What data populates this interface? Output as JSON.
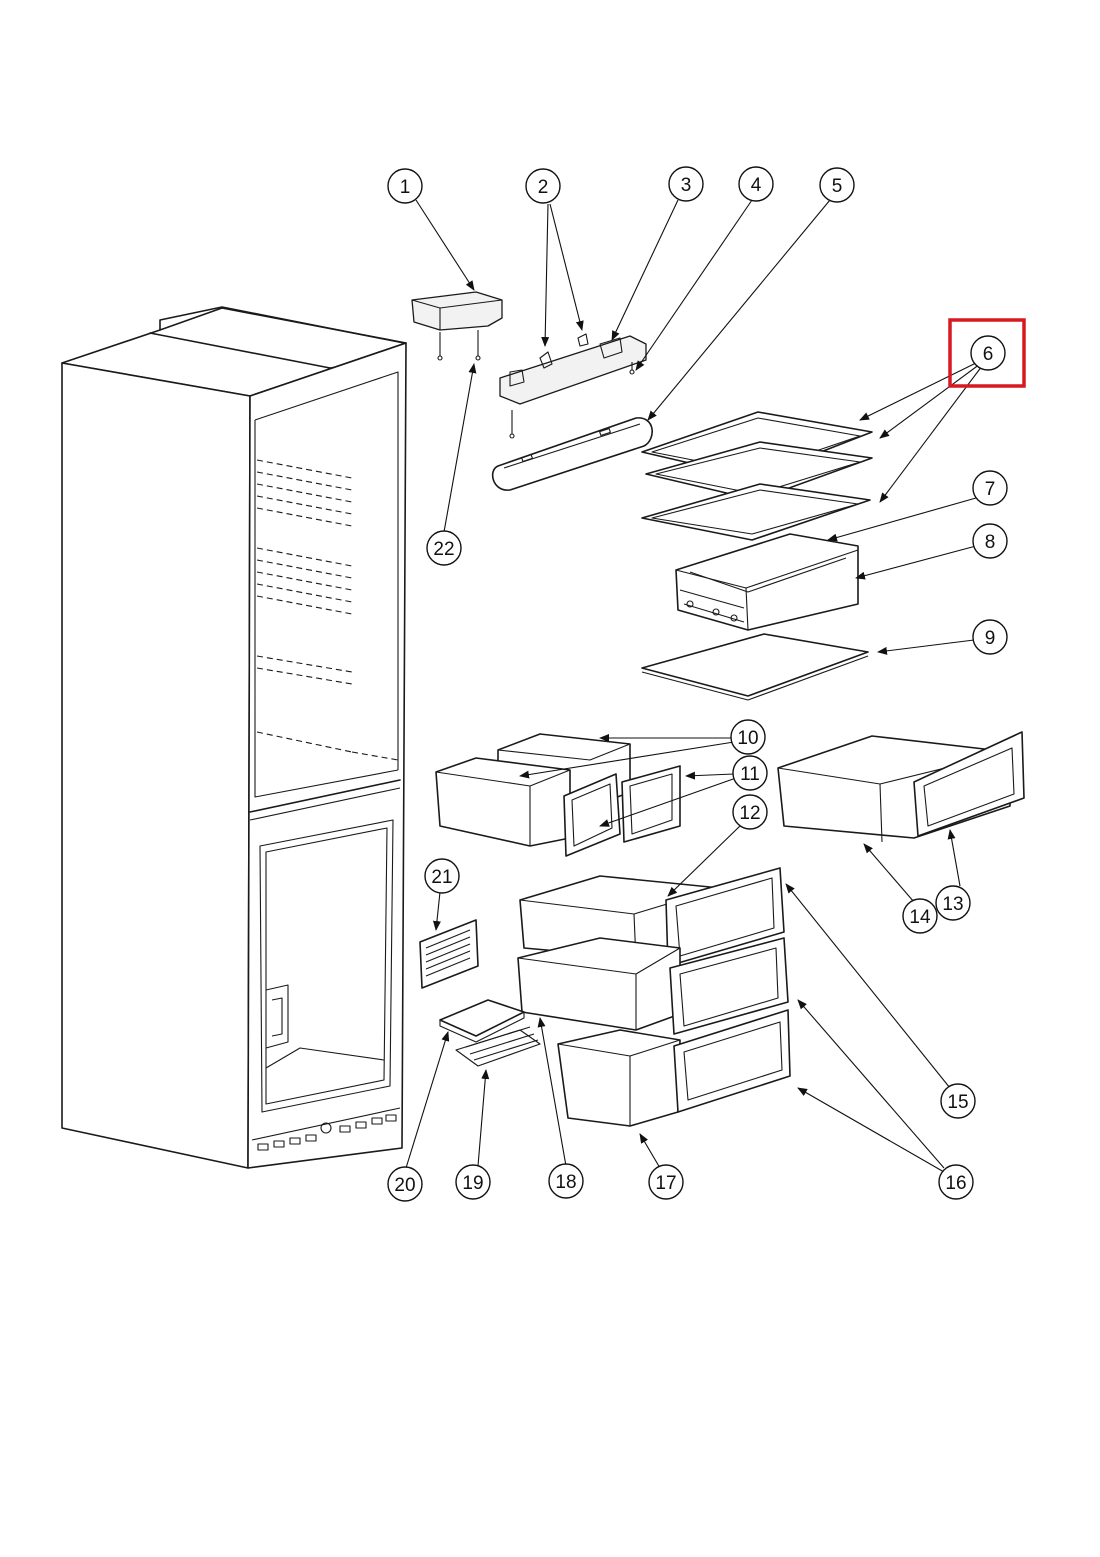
{
  "diagram": {
    "callouts": [
      {
        "id": "1",
        "label": "1"
      },
      {
        "id": "2",
        "label": "2"
      },
      {
        "id": "3",
        "label": "3"
      },
      {
        "id": "4",
        "label": "4"
      },
      {
        "id": "5",
        "label": "5"
      },
      {
        "id": "6",
        "label": "6",
        "highlighted": true
      },
      {
        "id": "7",
        "label": "7"
      },
      {
        "id": "8",
        "label": "8"
      },
      {
        "id": "9",
        "label": "9"
      },
      {
        "id": "10",
        "label": "10"
      },
      {
        "id": "11",
        "label": "11"
      },
      {
        "id": "12",
        "label": "12"
      },
      {
        "id": "13",
        "label": "13"
      },
      {
        "id": "14",
        "label": "14"
      },
      {
        "id": "15",
        "label": "15"
      },
      {
        "id": "16",
        "label": "16"
      },
      {
        "id": "17",
        "label": "17"
      },
      {
        "id": "18",
        "label": "18"
      },
      {
        "id": "19",
        "label": "19"
      },
      {
        "id": "20",
        "label": "20"
      },
      {
        "id": "21",
        "label": "21"
      },
      {
        "id": "22",
        "label": "22"
      }
    ],
    "highlight_color": "#d71920",
    "line_color": "#1a1a1a"
  }
}
